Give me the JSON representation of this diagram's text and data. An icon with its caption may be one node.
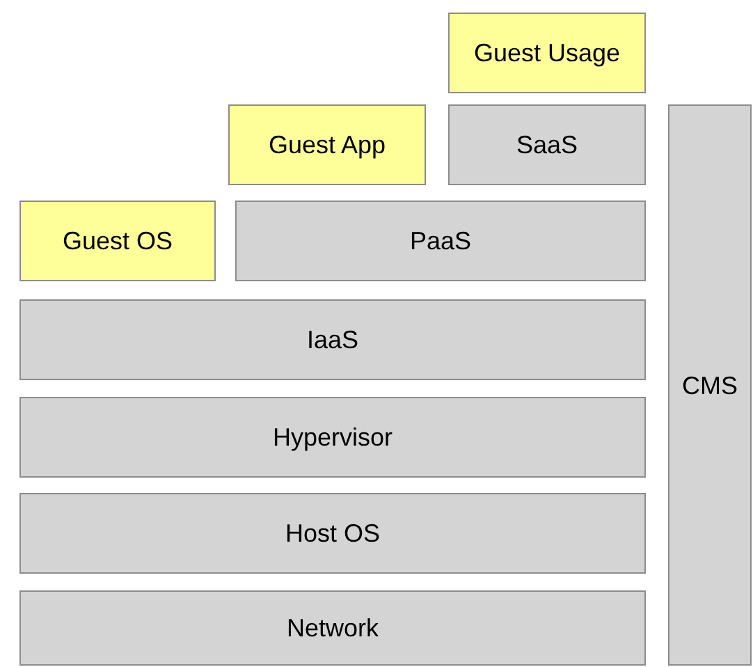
{
  "diagram": {
    "nodes": [
      {
        "text": [
          "Guest Usage"
        ]
      },
      {
        "text": [
          "Guest App"
        ]
      },
      {
        "text": [
          "SaaS"
        ]
      },
      {
        "text": [
          "CMS"
        ]
      },
      {
        "text": [
          "Guest OS"
        ]
      },
      {
        "text": [
          "PaaS"
        ]
      },
      {
        "text": [
          "IaaS"
        ]
      },
      {
        "text": [
          "Hypervisor"
        ]
      },
      {
        "text": [
          "Host OS"
        ]
      },
      {
        "text": [
          "Network"
        ]
      }
    ]
  }
}
